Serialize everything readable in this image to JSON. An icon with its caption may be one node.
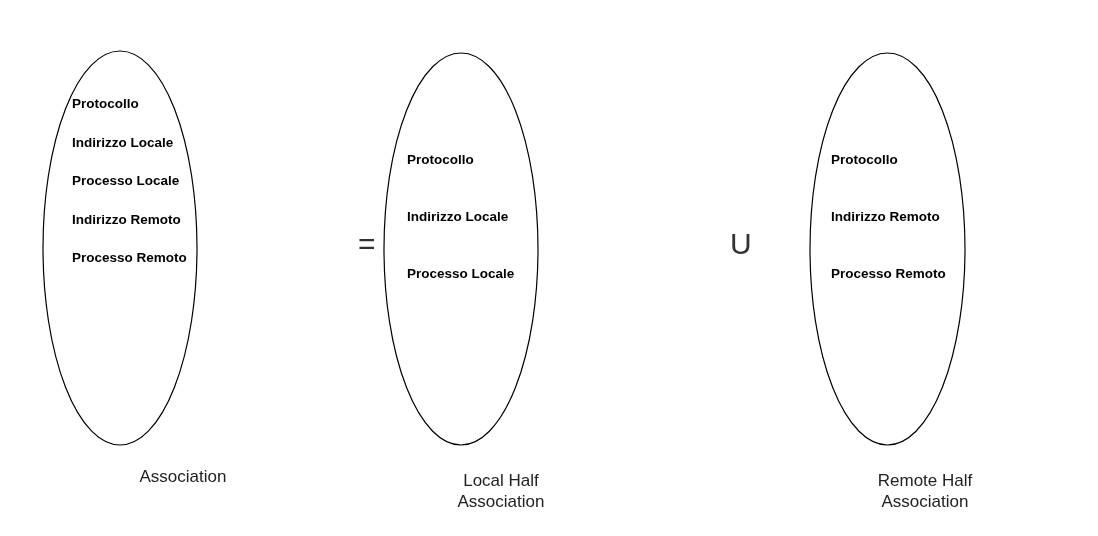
{
  "diagram": {
    "nodes": [
      {
        "text": [
          "Protocollo",
          "Indirizzo Locale",
          "Processo Locale",
          "Indirizzo Remoto",
          "Processo Remoto"
        ],
        "beside": [
          "Association"
        ]
      },
      {
        "text": [
          "Protocollo",
          "Indirizzo Locale",
          "Processo Locale"
        ],
        "beside": [
          "Local Half Association"
        ]
      },
      {
        "text": [
          "Protocollo",
          "Indirizzo Remoto",
          "Processo Remoto"
        ],
        "beside": [
          "Remote Half Association"
        ]
      }
    ],
    "labels": [
      "=",
      "U"
    ]
  }
}
